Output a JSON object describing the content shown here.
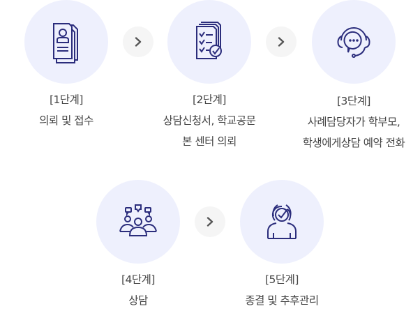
{
  "colors": {
    "circle": "#eef0fd",
    "icon": "#2b2d7c",
    "arrow_bg": "#f5f5f5",
    "arrow": "#555555"
  },
  "steps": [
    {
      "label": "[1단계]",
      "lines": [
        "의뢰 및 접수"
      ],
      "icon": "document-person-icon"
    },
    {
      "label": "[2단계]",
      "lines": [
        "상담신청서, 학교공문",
        "본 센터 의뢰"
      ],
      "icon": "checklist-icon"
    },
    {
      "label": "[3단계]",
      "lines": [
        "사례담당자가 학부모,",
        "학생에게상담 예약 전화"
      ],
      "icon": "headset-chat-icon"
    },
    {
      "label": "[4단계]",
      "lines": [
        "상담"
      ],
      "icon": "group-chat-icon"
    },
    {
      "label": "[5단계]",
      "lines": [
        "종결 및 추후관리"
      ],
      "icon": "person-check-icon"
    }
  ]
}
